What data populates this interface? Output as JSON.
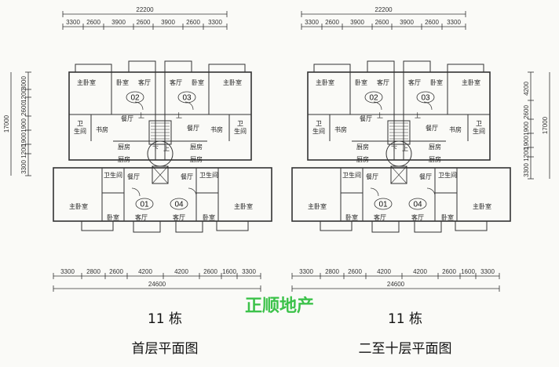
{
  "brand": "正顺地产",
  "plans": [
    {
      "building": "11 栋",
      "title": "首层平面图",
      "total_width": "22200",
      "bottom_total": "24600",
      "top_dims": [
        "3300",
        "2600",
        "3900",
        "2600",
        "3900",
        "2600",
        "3300"
      ],
      "bottom_dims": [
        "3300",
        "2800",
        "2600",
        "4200",
        "4200",
        "2600",
        "1600",
        "3300"
      ],
      "left_dims": [
        "3000",
        "1200",
        "2600",
        "1900",
        "1900",
        "1200",
        "3300"
      ],
      "left_total": "17000",
      "units": [
        "02",
        "03",
        "01",
        "04"
      ],
      "rooms": {
        "master_bedroom": "主卧室",
        "bedroom": "卧室",
        "living": "客厅",
        "dining": "餐厅",
        "kitchen": "厨房",
        "study": "书房",
        "bathroom": "卫生间",
        "up": "上",
        "down": "下"
      }
    },
    {
      "building": "11 栋",
      "title": "二至十层平面图",
      "total_width": "22200",
      "bottom_total": "24600",
      "top_dims": [
        "3300",
        "2600",
        "3900",
        "2600",
        "3900",
        "2600",
        "3300"
      ],
      "bottom_dims": [
        "3300",
        "2800",
        "2600",
        "4200",
        "4200",
        "2600",
        "1600",
        "3300"
      ],
      "right_dims": [
        "4200",
        "2600",
        "1900",
        "1900",
        "1200",
        "3300"
      ],
      "right_total": "17000",
      "units": [
        "02",
        "03",
        "01",
        "04"
      ],
      "rooms": {
        "master_bedroom": "主卧室",
        "bedroom": "卧室",
        "living": "客厅",
        "dining": "餐厅",
        "kitchen": "厨房",
        "study": "书房",
        "bathroom": "卫生间",
        "up": "上",
        "down": "下"
      }
    }
  ]
}
